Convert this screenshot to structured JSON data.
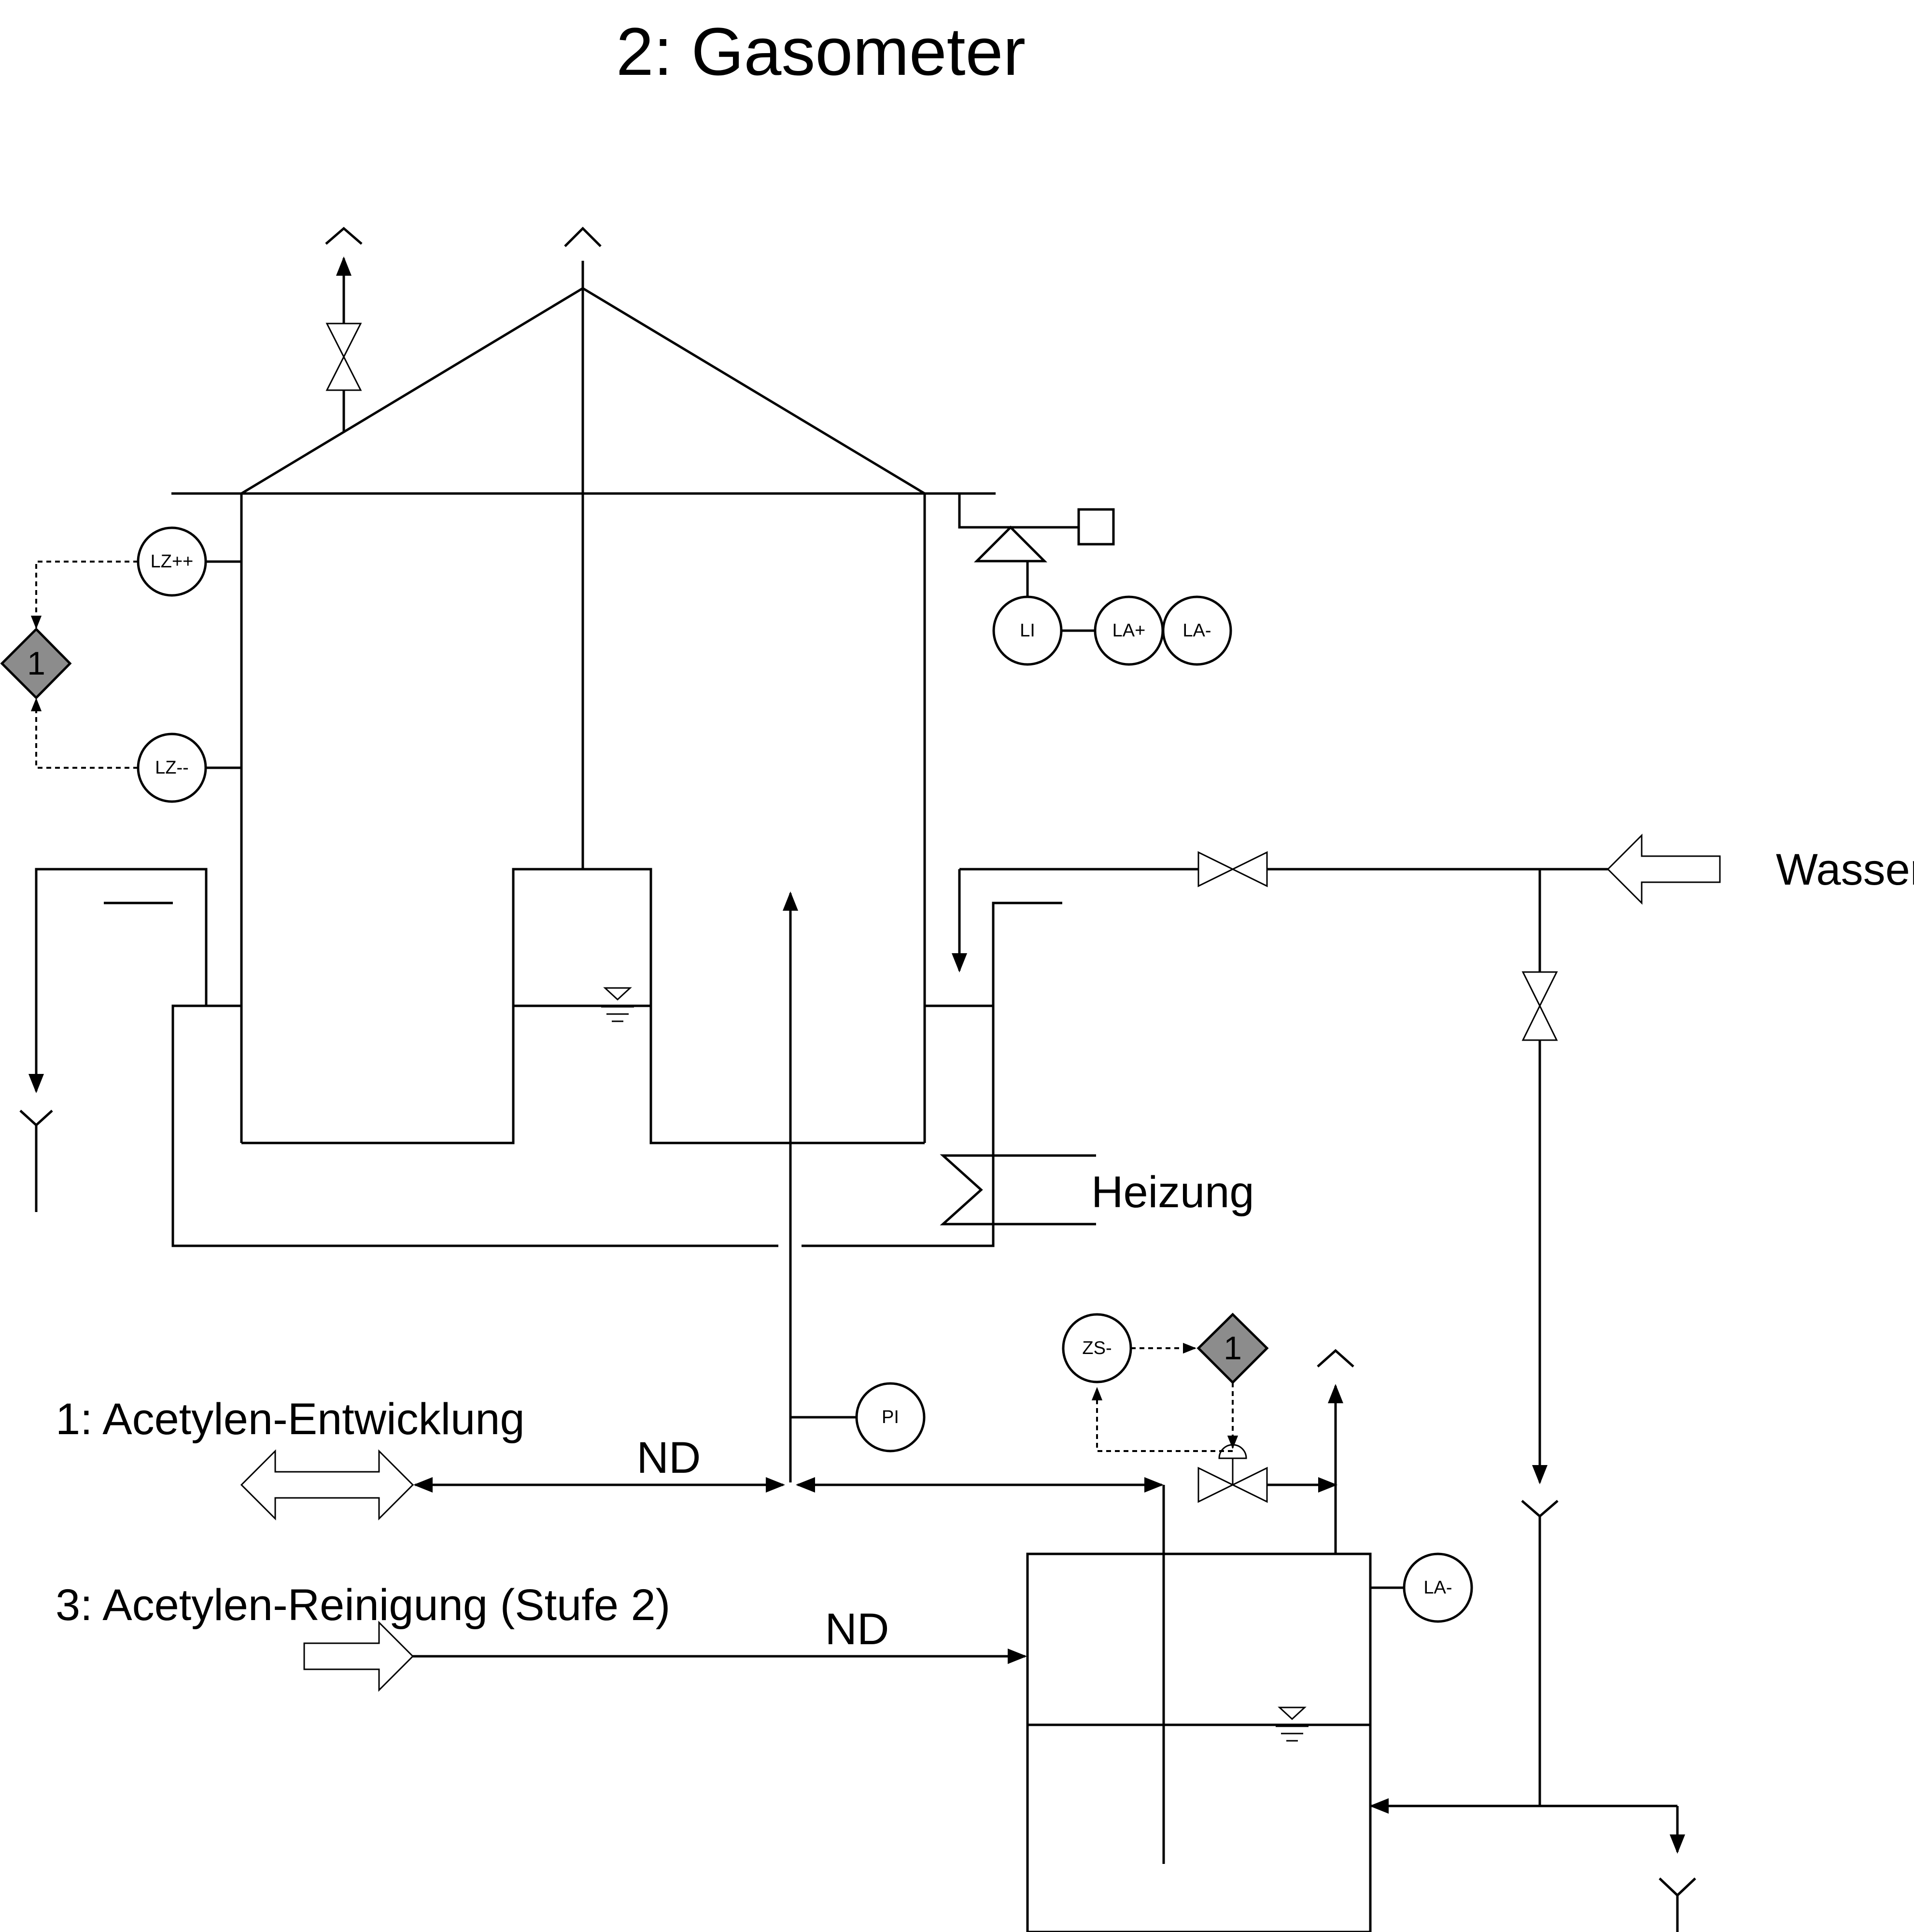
{
  "title": "2: Gasometer",
  "labels": {
    "water": "Wasser",
    "heating": "Heizung",
    "source_1": "1: Acetylen-Entwicklung",
    "source_3": "3: Acetylen-Reinigung (Stufe 2)",
    "nd_upper": "ND",
    "nd_lower": "ND"
  },
  "instruments": {
    "lz_high": "LZ++",
    "lz_low": "LZ--",
    "li": "LI",
    "la_plus": "LA+",
    "la_minus": "LA-",
    "zs_minus": "ZS-",
    "pi": "PI",
    "la_minus_tank": "LA-"
  },
  "interlocks": {
    "left": "1",
    "right": "1"
  },
  "colors": {
    "line": "#000000",
    "interlock_fill": "#8c8c8c",
    "background": "#ffffff"
  }
}
